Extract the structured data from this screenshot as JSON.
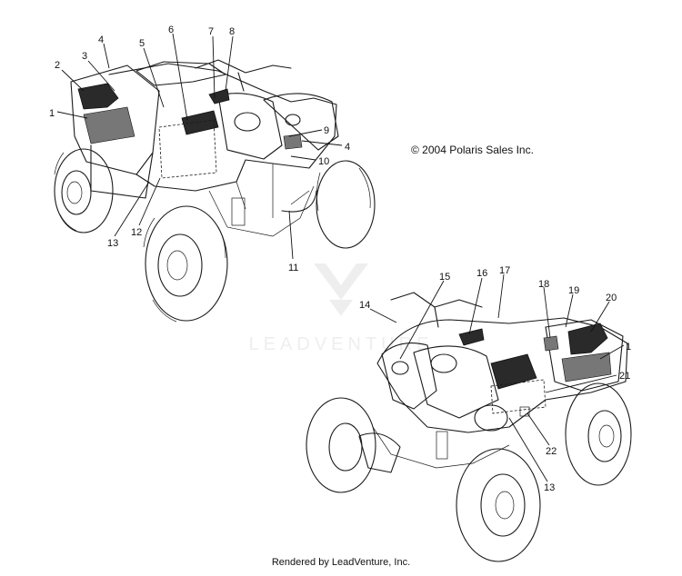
{
  "copyright": "© 2004 Polaris Sales Inc.",
  "watermark": "LEADVENTURE",
  "footer": "Rendered by LeadVenture, Inc.",
  "callouts_top": [
    "1",
    "2",
    "3",
    "4",
    "5",
    "6",
    "7",
    "8",
    "9",
    "4",
    "10",
    "11",
    "12",
    "13"
  ],
  "callouts_bottom": [
    "14",
    "15",
    "16",
    "17",
    "18",
    "19",
    "20",
    "1",
    "21",
    "22",
    "13"
  ],
  "colors": {
    "ink": "#1a1a1a",
    "decal": "#2a2a2a",
    "watermark": "#d9d9d9"
  }
}
